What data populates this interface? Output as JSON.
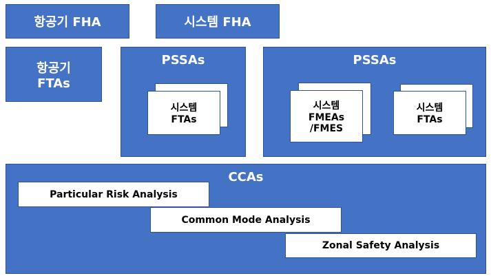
{
  "top_row": {
    "aircraft_fha": "항공기 FHA",
    "system_fha": "시스템 FHA"
  },
  "aircraft_ftas": [
    "항공기",
    "FTAs"
  ],
  "pssa_left": {
    "title": "PSSAs",
    "card": [
      "시스템",
      "FTAs"
    ]
  },
  "pssa_right": {
    "title": "PSSAs",
    "card_fmea": [
      "시스템",
      "FMEAs",
      "/FMES"
    ],
    "card_fta": [
      "시스템",
      "FTAs"
    ]
  },
  "ccas": {
    "title": "CCAs",
    "items": [
      "Particular Risk Analysis",
      "Common Mode Analysis",
      "Zonal Safety Analysis"
    ]
  },
  "colors": {
    "box_fill": "#4472c4",
    "box_border": "#2f528f",
    "card_fill": "#ffffff"
  }
}
